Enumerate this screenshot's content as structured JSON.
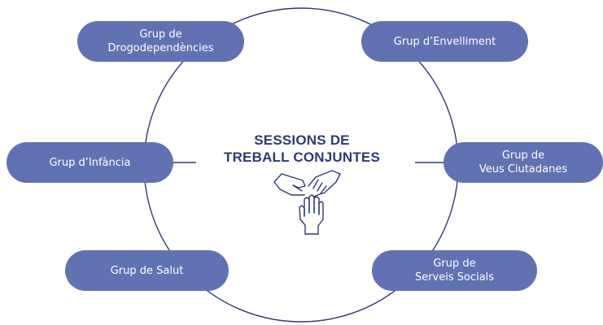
{
  "title": {
    "line1": "SESSIONS DE",
    "line2": "TREBALL CONJUNTES"
  },
  "groups": [
    {
      "line1": "Grup de",
      "line2": "Drogodependències"
    },
    {
      "line1": "Grup d’Envelliment"
    },
    {
      "line1": "Grup d’Infància"
    },
    {
      "line1": "Grup de",
      "line2": "Veus Ciutadanes"
    },
    {
      "line1": "Grup de Salut"
    },
    {
      "line1": "Grup de",
      "line2": "Serveis Socials"
    }
  ],
  "icon": "joined-hands-icon",
  "colors": {
    "pill": "#6072b2",
    "pill_text": "#ffffff",
    "title": "#2f3a76",
    "lines": "#2f3a76"
  }
}
